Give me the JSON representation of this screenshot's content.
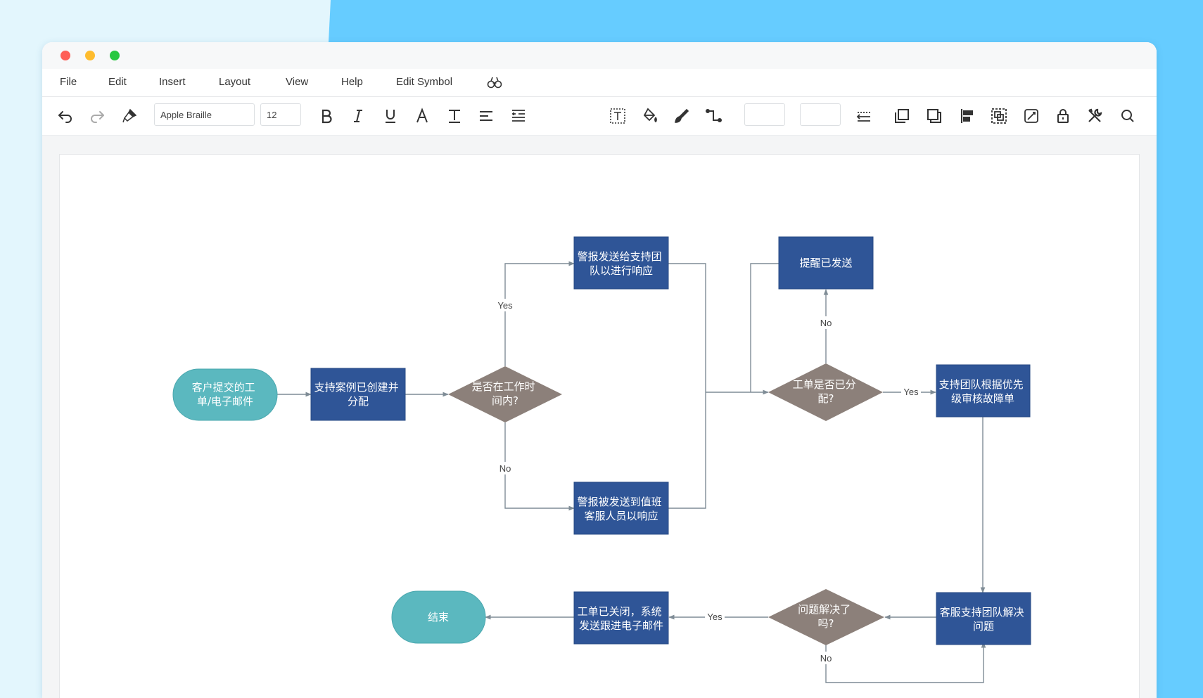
{
  "menu": {
    "file": "File",
    "edit": "Edit",
    "insert": "Insert",
    "layout": "Layout",
    "view": "View",
    "help": "Help",
    "edit_symbol": "Edit Symbol"
  },
  "toolbar": {
    "font_name": "Apple Braille",
    "font_size": "12",
    "line_width": "",
    "line_height": ""
  },
  "icons": {
    "undo": "undo-icon",
    "redo": "redo-icon",
    "format_painter": "format-painter-icon",
    "bold": "bold-icon",
    "italic": "italic-icon",
    "underline": "underline-icon",
    "font_color": "font-color-icon",
    "text_highlight": "text-highlight-icon",
    "align": "align-icon",
    "line_spacing": "line-spacing-icon",
    "text_box": "text-box-icon",
    "fill": "fill-bucket-icon",
    "line_color": "brush-icon",
    "connector": "connector-icon",
    "line_style": "line-style-icon",
    "bring_front": "bring-front-icon",
    "send_back": "send-back-icon",
    "align_left": "align-left-icon",
    "group": "group-icon",
    "edit_shape": "edit-shape-icon",
    "lock": "lock-icon",
    "tools": "tools-icon",
    "search": "search-icon",
    "binoculars": "binoculars-icon"
  },
  "colors": {
    "process": "#2f5597",
    "decision": "#8c807a",
    "terminal": "#5bb8bf",
    "connector": "#7f8c96",
    "label": "#444444",
    "window_bg": "#ffffff",
    "traffic_red": "#fe5f57",
    "traffic_yellow": "#febc2e",
    "traffic_green": "#28c840",
    "backdrop_light": "#e3f6fd",
    "backdrop_blue": "#66ccff"
  },
  "flowchart": {
    "nodes": {
      "start": [
        "客户提交的工",
        "单/电子邮件"
      ],
      "create": [
        "支持案例已创建并",
        "分配"
      ],
      "worktime": [
        "是否在工作时",
        "间内?"
      ],
      "alert_team": [
        "警报发送给支持团",
        "队以进行响应"
      ],
      "alert_duty": [
        "警报被发送到值班",
        "客服人员以响应"
      ],
      "reminder": [
        "提醒已发送"
      ],
      "assigned": [
        "工单是否已分",
        "配?"
      ],
      "review": [
        "支持团队根据优先",
        "级审核故障单"
      ],
      "resolve": [
        "客服支持团队解决",
        "问题"
      ],
      "solved": [
        "问题解决了",
        "吗?"
      ],
      "closed": [
        "工单已关闭，系统",
        "发送跟进电子邮件"
      ],
      "end": [
        "结束"
      ]
    },
    "edge_labels": {
      "yes_top": "Yes",
      "no_bottom": "No",
      "no_up": "No",
      "yes_right": "Yes",
      "yes_left": "Yes",
      "no_loop": "No"
    }
  }
}
